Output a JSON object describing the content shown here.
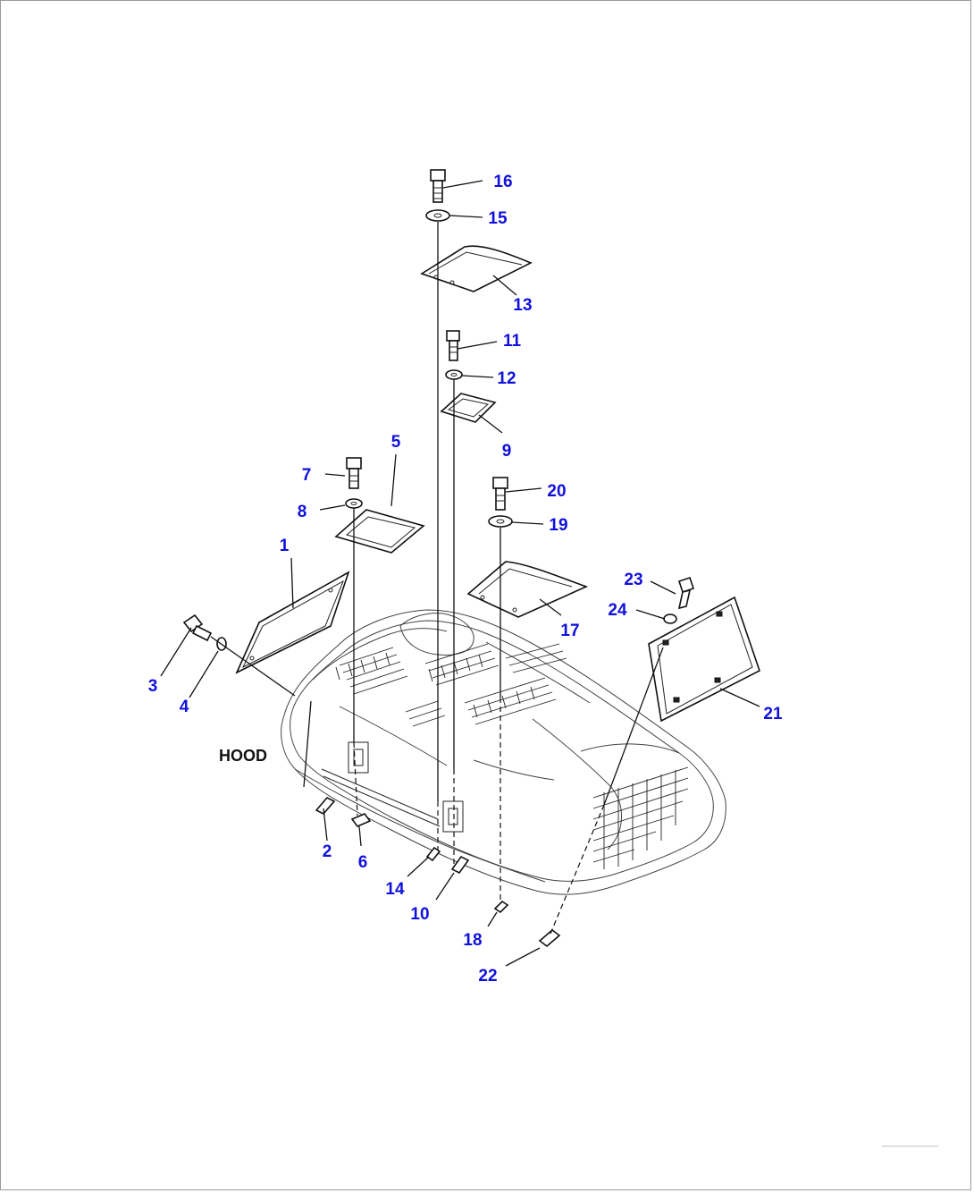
{
  "diagram": {
    "title": "HOOD",
    "callouts": [
      "1",
      "2",
      "3",
      "4",
      "5",
      "6",
      "7",
      "8",
      "9",
      "10",
      "11",
      "12",
      "13",
      "14",
      "15",
      "16",
      "17",
      "18",
      "19",
      "20",
      "21",
      "22",
      "23",
      "24"
    ],
    "footer_code": "———————"
  },
  "colors": {
    "callout": "#1010dd",
    "lines": "#111111",
    "frame": "#9a9a9a"
  }
}
